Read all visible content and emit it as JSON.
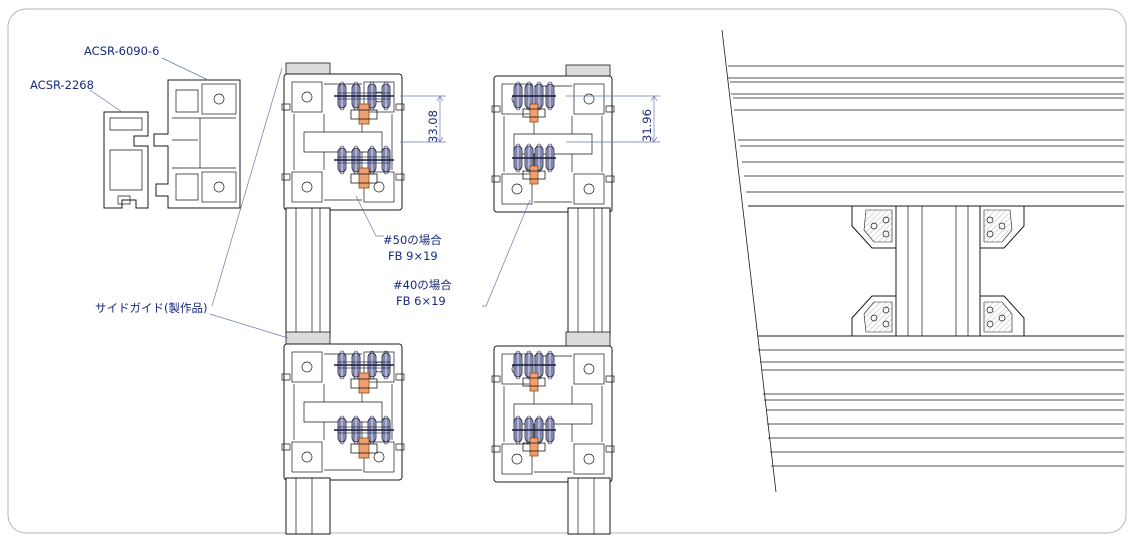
{
  "labels": {
    "acsr_6090": "ACSR-6090-6",
    "acsr_2268": "ACSR-2268",
    "side_guide": "サイドガイド(製作品)",
    "case50_line1": "#50の場合",
    "case50_line2": "FB 9×19",
    "case40_line1": "#40の場合",
    "case40_line2": "FB 6×19"
  },
  "dimensions": {
    "pitch_50": "33.08",
    "pitch_40": "31.96"
  },
  "colors": {
    "label_blue": "#1a2a7a",
    "flat_bar": "#f0a070",
    "roller": "#aeb4d6",
    "outline": "#1a1a1a"
  }
}
